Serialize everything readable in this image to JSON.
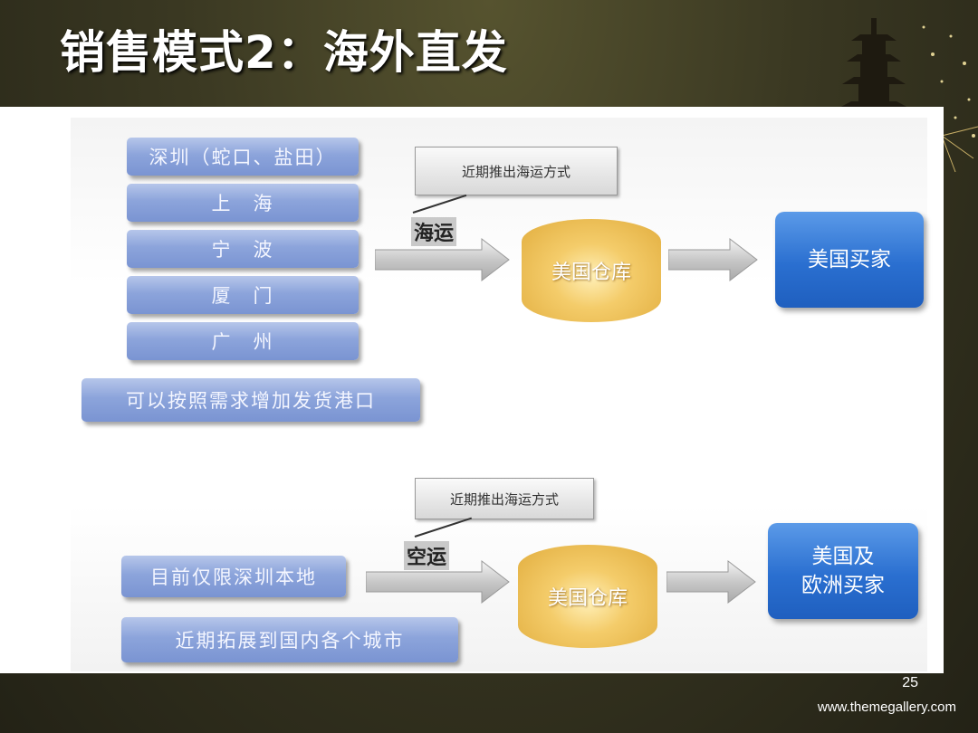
{
  "slide": {
    "title": "销售模式2：海外直发",
    "page_number": "25",
    "website": "www.themegallery.com"
  },
  "sea": {
    "ports": [
      "深圳（蛇口、盐田）",
      "上　海",
      "宁　波",
      "厦　门",
      "广　州"
    ],
    "extra_note": "可以按照需求增加发货港口",
    "callout": "近期推出海运方式",
    "mode_label": "海运",
    "warehouse": "美国仓库",
    "buyer": "美国买家"
  },
  "air": {
    "origins": [
      "目前仅限深圳本地",
      "近期拓展到国内各个城市"
    ],
    "callout": "近期推出海运方式",
    "mode_label": "空运",
    "warehouse": "美国仓库",
    "buyer": "美国及\n欧洲买家"
  },
  "colors": {
    "port_button": "#8ca4db",
    "warehouse": "#f4cc6a",
    "buyer": "#2a6fd0",
    "title_text": "#ffffff"
  }
}
